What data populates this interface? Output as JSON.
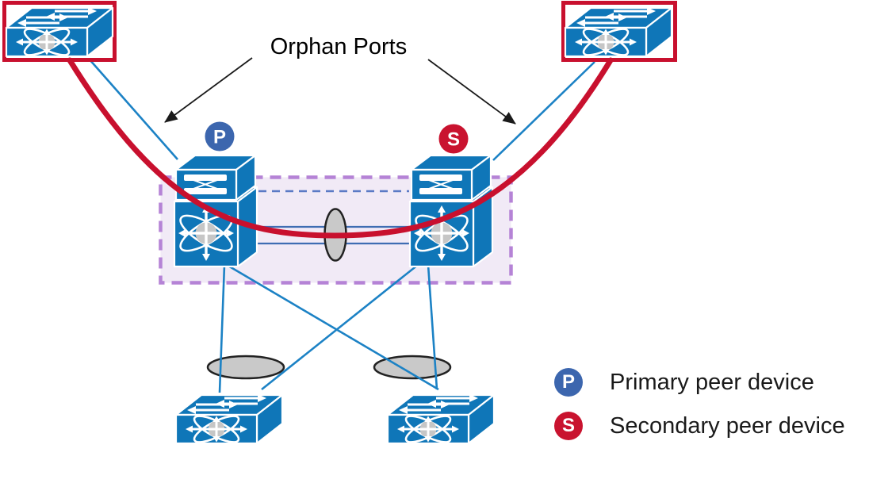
{
  "diagram": {
    "annotations": {
      "orphan_ports_label": "Orphan Ports"
    },
    "badges": {
      "primary": "P",
      "secondary": "S"
    }
  },
  "legend": {
    "items": [
      {
        "letter": "P",
        "label": "Primary peer device"
      },
      {
        "letter": "S",
        "label": "Secondary peer device"
      }
    ]
  },
  "icons": {
    "switch": "nexus-switch-icon",
    "stacked_device": "nexus-peer-device-icon",
    "port_channel": "port-channel-ellipse-icon"
  },
  "colors": {
    "switch_blue": "#0f76b8",
    "link_blue": "#1c82c5",
    "peer_link_blue": "#3f6db3",
    "dashed_blue": "#5b7ac5",
    "accent_red": "#c8102e",
    "badge_blue": "#3c66ae",
    "badge_red": "#c9132f",
    "domain_fill": "#f1eaf6",
    "domain_border": "#b583d6",
    "ellipse_gray": "#c9c9c9",
    "text_black": "#1a1a1a"
  }
}
